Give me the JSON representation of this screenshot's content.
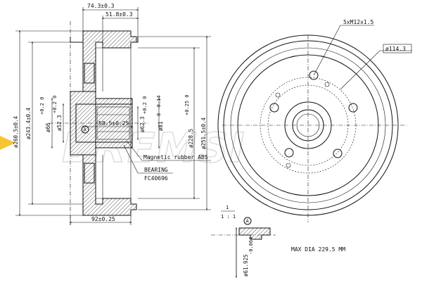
{
  "side_view": {
    "top_dims": [
      "74.3±0.3",
      "51.8±0.3"
    ],
    "left_dims": [
      "ø260.5±0.4",
      "ø243.4±0.4"
    ],
    "inner_dims": [
      "ø66",
      "ø52.3",
      "ø62.3",
      "ø81"
    ],
    "inner_tolerances": [
      "+0.2 0",
      "+0.2 0",
      "+0.2 0",
      "0 -0.14"
    ],
    "right_dims": [
      "ø228.5",
      "ø251.5±0.4"
    ],
    "right_tolerance": "+0.25 0",
    "center_dim": "58.5±0.25",
    "bottom_dim": "92±0.25",
    "callout_letter": "A",
    "magnetic_label": "Magnetic rubber ABS",
    "bearing_label": "BEARING",
    "bearing_code": "FC40696"
  },
  "front_view": {
    "bolt_label": "5xM12x1.5",
    "pcd_label": "ø114.3",
    "max_dia": "MAX DIA 229.5 MM"
  },
  "detail_view": {
    "scale_top": "1",
    "scale_bottom": "1 : 1",
    "callout_letter": "A",
    "dim": "ø61.925",
    "dim_tolerance": "-0.064"
  },
  "watermark": "BREMSI",
  "colors": {
    "ink": "#111111",
    "watermark_outline": "#d6d6d6",
    "logo_accent": "#f2b600"
  }
}
